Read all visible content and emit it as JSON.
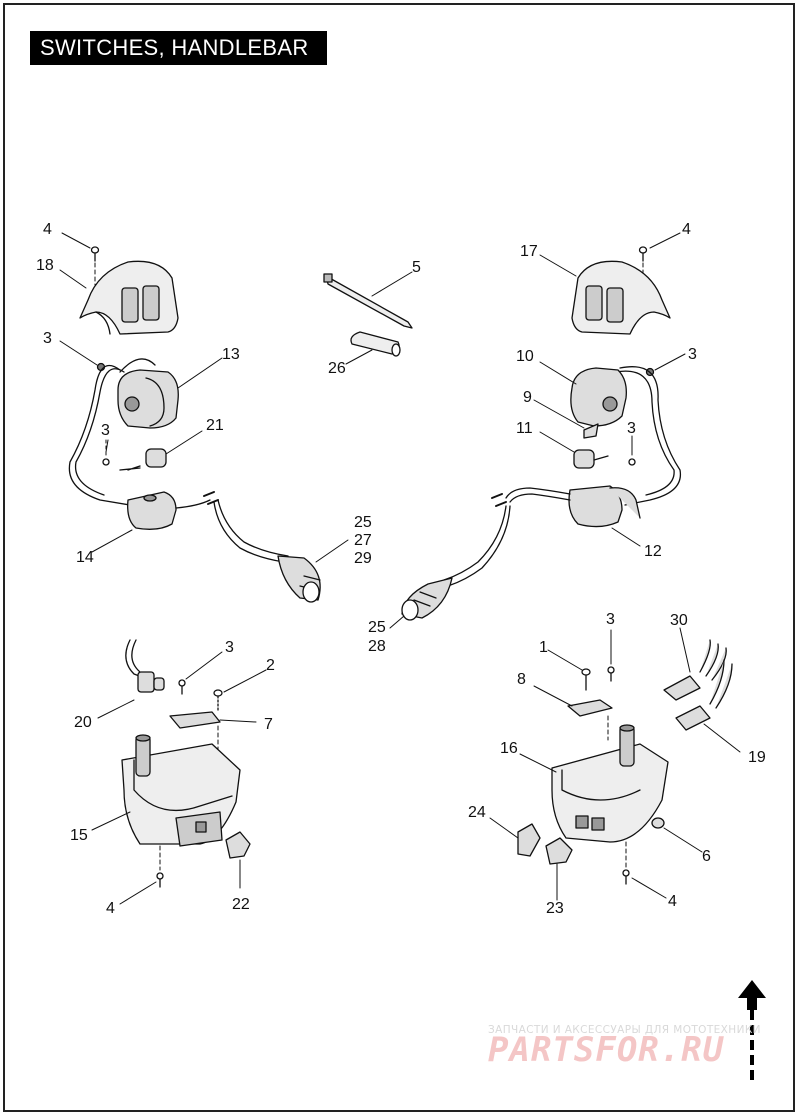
{
  "title": "SWITCHES, HANDLEBAR",
  "callouts": {
    "l4": "4",
    "l18": "18",
    "l3a": "3",
    "l13": "13",
    "l3b": "3",
    "l21": "21",
    "l14": "14",
    "l25a": "25",
    "l27": "27",
    "l29": "29",
    "l5": "5",
    "l26": "26",
    "r17": "17",
    "r4": "4",
    "r10": "10",
    "r3a": "3",
    "r9": "9",
    "r11": "11",
    "r3b": "3",
    "r12": "12",
    "r25": "25",
    "r28": "28",
    "b3a": "3",
    "b2": "2",
    "b20": "20",
    "b7": "7",
    "b15": "15",
    "b4a": "4",
    "b22": "22",
    "c1": "1",
    "c3": "3",
    "c30": "30",
    "c8": "8",
    "c16": "16",
    "c19": "19",
    "c24": "24",
    "c6": "6",
    "c23": "23",
    "c4": "4"
  },
  "watermark": {
    "subtitle": "ЗАПЧАСТИ И АКСЕССУАРЫ ДЛЯ МОТОТЕХНИКИ",
    "logo": "PARTSFOR.RU"
  },
  "colors": {
    "line": "#111111",
    "background": "#ffffff",
    "title_bg": "#000000",
    "watermark": "#f2b8b8"
  },
  "icons": {
    "orientation": "up-arrow-icon"
  }
}
